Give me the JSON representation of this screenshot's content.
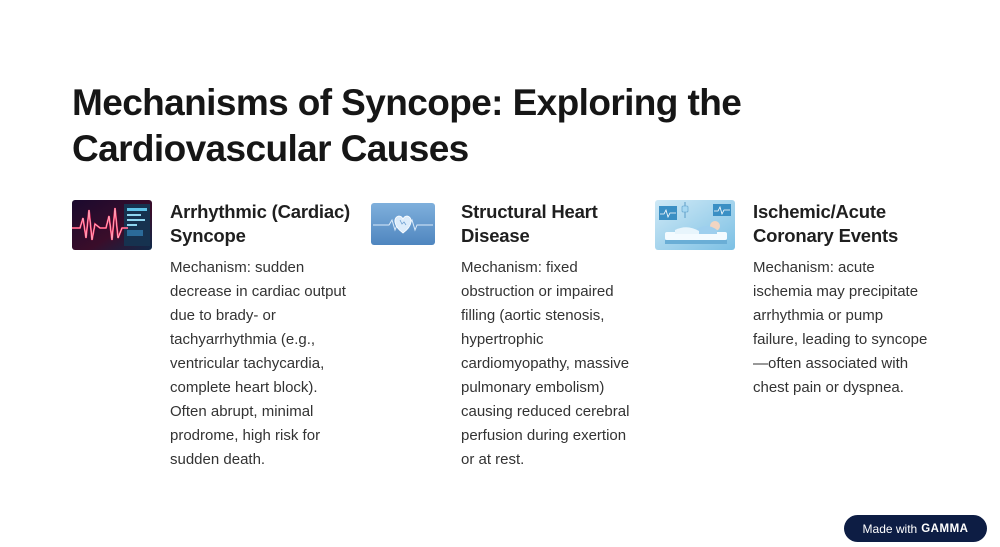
{
  "slide": {
    "title": "Mechanisms of Syncope: Exploring the Cardiovascular Causes"
  },
  "cards": [
    {
      "heading": "Arrhythmic (Cardiac) Syncope",
      "body": "Mechanism: sudden decrease in cardiac output due to brady- or tachyarrhythmia (e.g., ventricular tachycardia, complete heart block). Often abrupt, minimal prodrome, high risk for sudden death.",
      "icon": "ecg-monitor-icon"
    },
    {
      "heading": "Structural Heart Disease",
      "body": "Mechanism: fixed obstruction or impaired filling (aortic stenosis, hypertrophic cardiomyopathy, massive pulmonary embolism) causing reduced cerebral perfusion during exertion or at rest.",
      "icon": "heart-ecg-icon"
    },
    {
      "heading": "Ischemic/Acute Coronary Events",
      "body": "Mechanism: acute ischemia may precipitate arrhythmia or pump failure, leading to syncope—often associated with chest pain or dyspnea.",
      "icon": "hospital-patient-icon"
    }
  ],
  "badge": {
    "prefix": "Made with",
    "brand": "GAMMA"
  }
}
